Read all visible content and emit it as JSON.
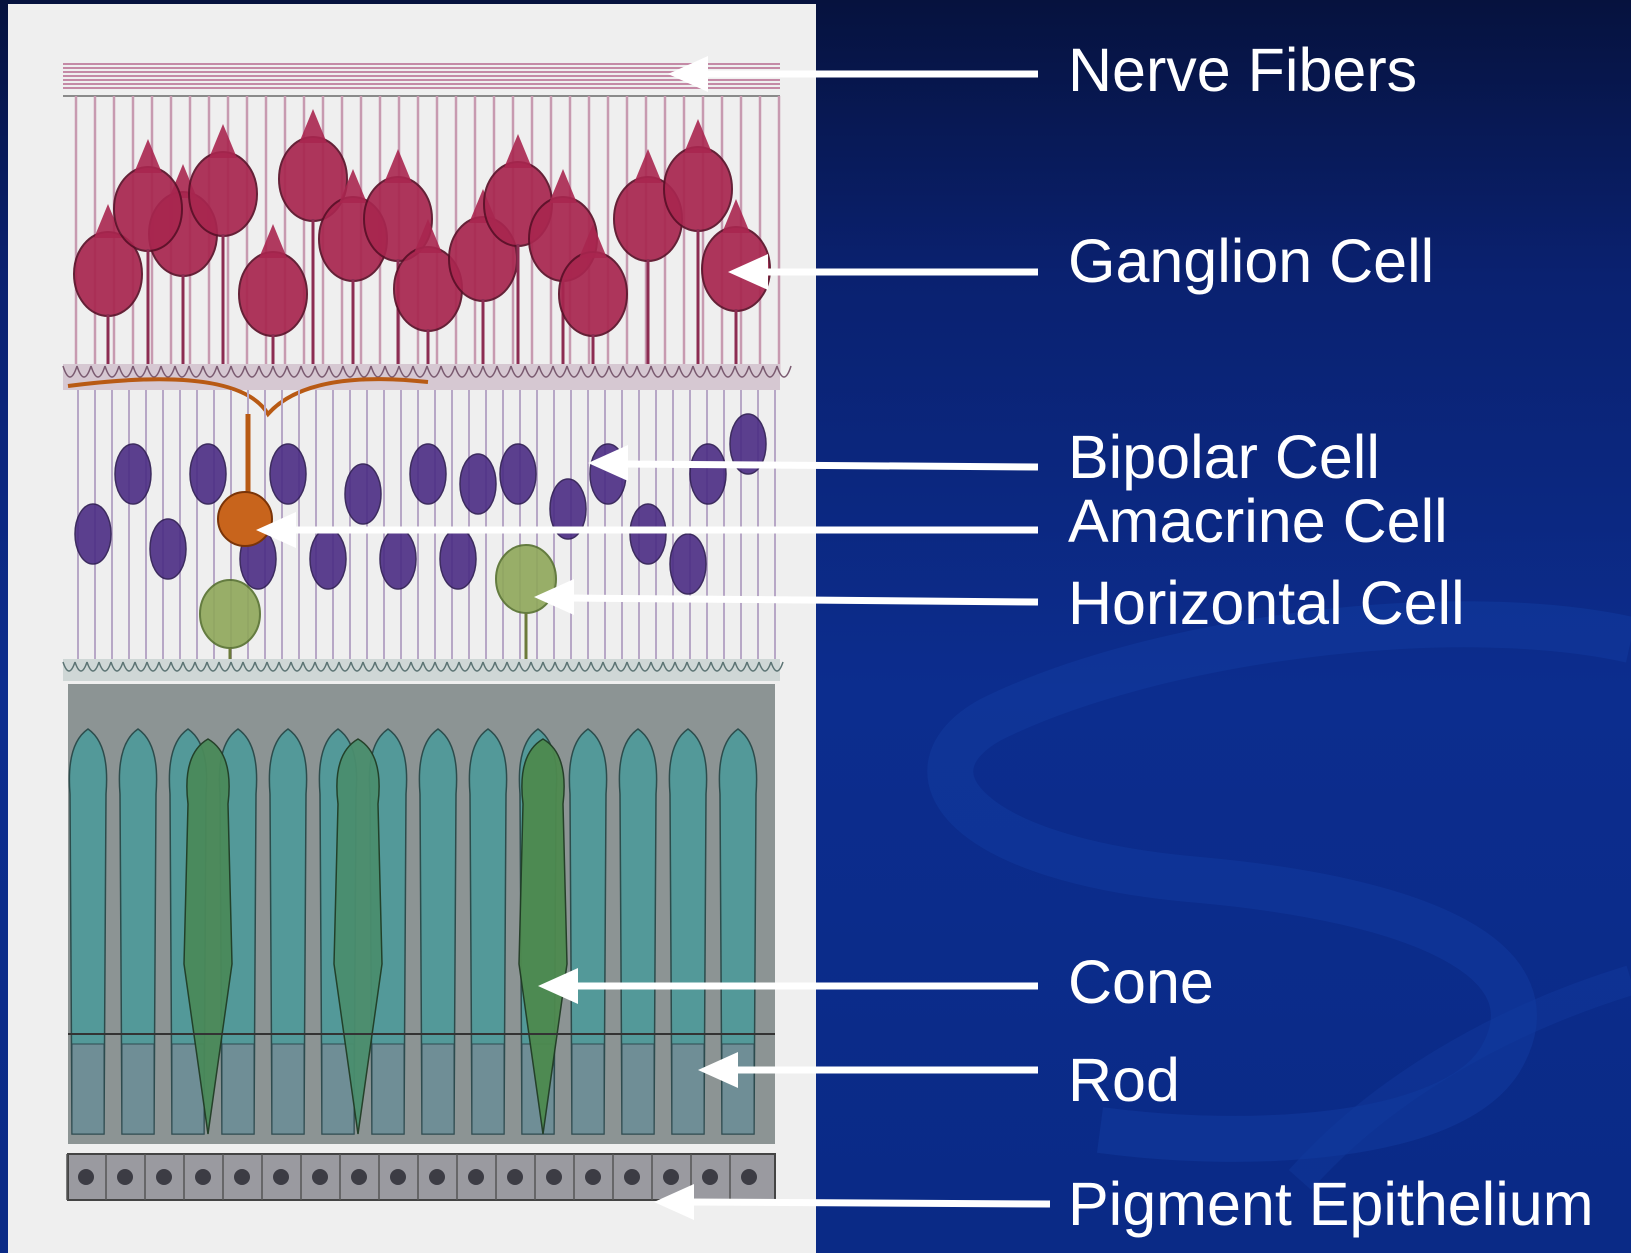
{
  "labels": {
    "nerve_fibers": "Nerve Fibers",
    "ganglion_cell": "Ganglion Cell",
    "bipolar_cell": "Bipolar Cell",
    "amacrine_cell": "Amacrine Cell",
    "horizontal_cell": "Horizontal Cell",
    "cone": "Cone",
    "rod": "Rod",
    "pigment_epithelium": "Pigment Epithelium"
  },
  "colors": {
    "background_top": "#06123e",
    "background_main": "#0c2d8e",
    "panel": "#efefef",
    "nerve_fiber": "#c48aa6",
    "ganglion": "#a8264f",
    "bipolar": "#4b2c84",
    "amacrine": "#c8641c",
    "horizontal": "#8fa85a",
    "photoreceptor": "#4f9a9a",
    "pigment": "#7a7a80",
    "text": "#ffffff",
    "arrow": "#ffffff"
  }
}
